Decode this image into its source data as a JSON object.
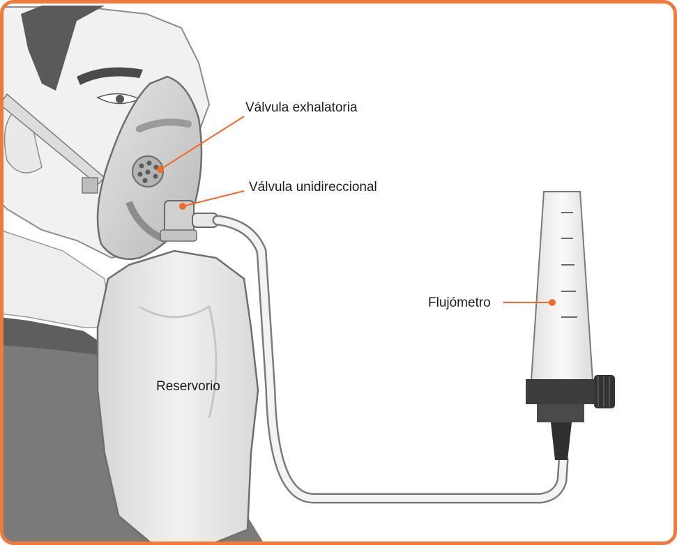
{
  "labels": {
    "exhalation_valve": "Válvula exhalatoria",
    "one_way_valve": "Válvula unidireccional",
    "flowmeter": "Flujómetro",
    "reservoir": "Reservorio"
  },
  "colors": {
    "frame": "#f07a3c",
    "leader": "#ef6a2b",
    "skin_light": "#f2f2f2",
    "shirt": "#7c7c7c",
    "knob": "#3a3a3a"
  }
}
